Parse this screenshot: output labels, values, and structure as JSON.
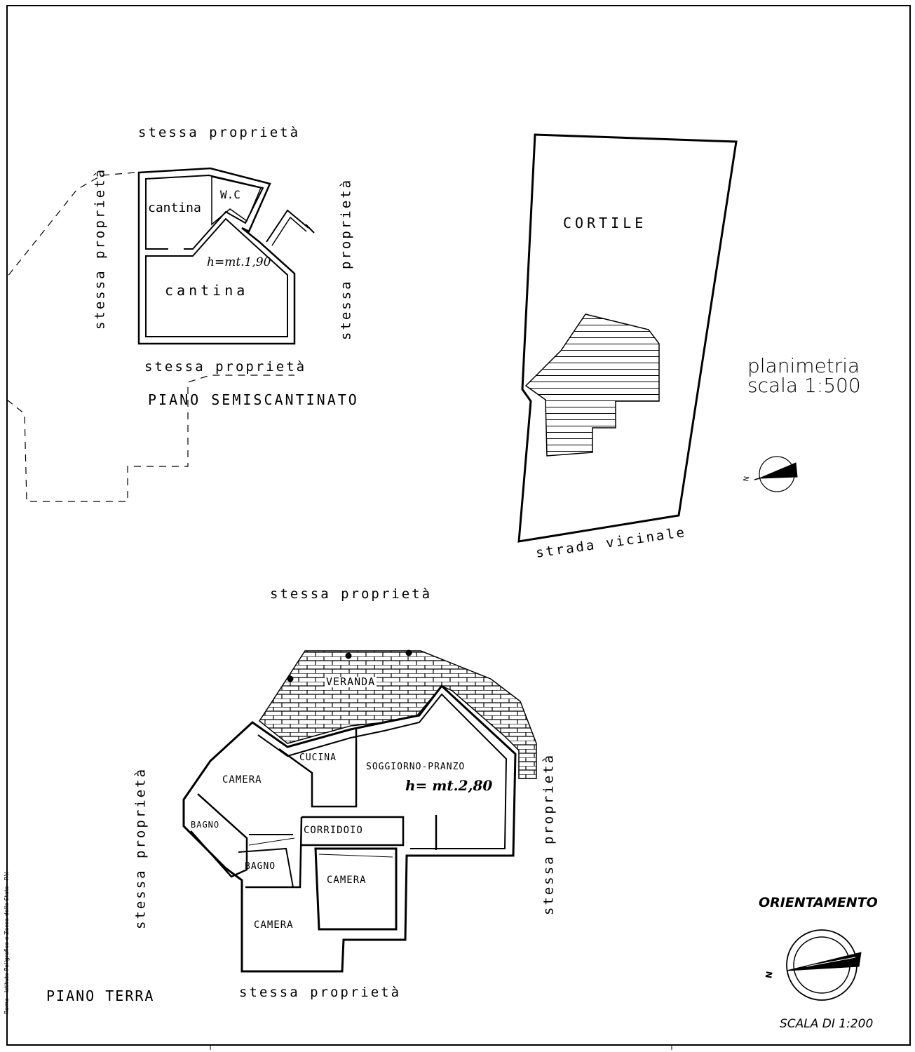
{
  "side_strip": "Roma - Istituto Poligrafico e Zecca dello Stato - P.V.",
  "semiscantinato": {
    "adj_top": "stessa proprietà",
    "adj_left": "stessa proprietà",
    "adj_right": "stessa proprietà",
    "adj_bottom": "stessa proprietà",
    "room_cantina_1": "cantina",
    "room_wc": "W.C",
    "room_cantina_2": "cantina",
    "height": "h=mt.1,90",
    "floor_title": "PIANO SEMISCANTINATO"
  },
  "planimetria": {
    "cortile": "CORTILE",
    "strada": "strada vicinale",
    "title_line1": "planimetria",
    "title_line2": "scala 1:500",
    "north_label": "N"
  },
  "terra": {
    "adj_top": "stessa proprietà",
    "adj_left": "stessa proprietà",
    "adj_right": "stessa proprietà",
    "adj_bottom": "stessa proprietà",
    "veranda": "VERANDA",
    "cucina": "CUCINA",
    "soggiorno": "SOGGIORNO-PRANZO",
    "height": "h= mt.2,80",
    "camera_1": "CAMERA",
    "bagno_1": "BAGNO",
    "corridoio": "CORRIDOIO",
    "bagno_2": "BAGNO",
    "camera_2": "CAMERA",
    "camera_3": "CAMERA",
    "floor_title": "PIANO TERRA"
  },
  "orientamento": {
    "title": "ORIENTAMENTO",
    "north_label": "N",
    "scale": "SCALA DI 1:200"
  }
}
